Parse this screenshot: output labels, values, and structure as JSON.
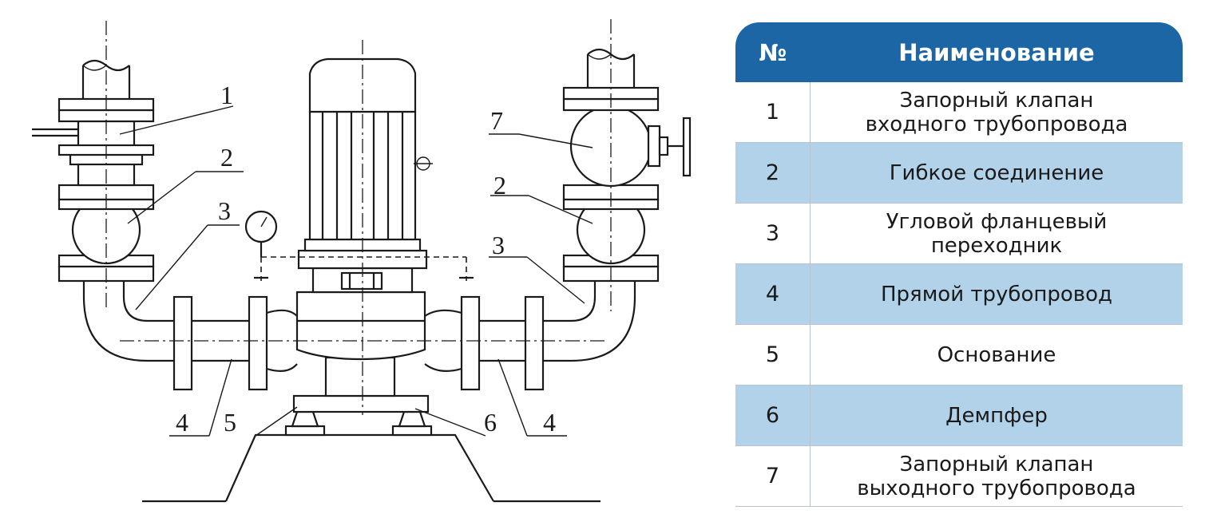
{
  "diagram": {
    "callouts": [
      "1",
      "2",
      "3",
      "4",
      "5",
      "6",
      "4",
      "3",
      "2",
      "7"
    ]
  },
  "table": {
    "header_number": "№",
    "header_name": "Наименование",
    "rows": [
      {
        "number": "1",
        "name": "Запорный клапан\nвходного трубопровода"
      },
      {
        "number": "2",
        "name": "Гибкое соединение"
      },
      {
        "number": "3",
        "name": "Угловой фланцевый\nпереходник"
      },
      {
        "number": "4",
        "name": "Прямой трубопровод"
      },
      {
        "number": "5",
        "name": "Основание"
      },
      {
        "number": "6",
        "name": "Демпфер"
      },
      {
        "number": "7",
        "name": "Запорный клапан\nвыходного трубопровода"
      }
    ],
    "colors": {
      "header": "#1d66a6",
      "alt_row": "#b2d2ea",
      "divider": "#b7c3cd"
    }
  }
}
